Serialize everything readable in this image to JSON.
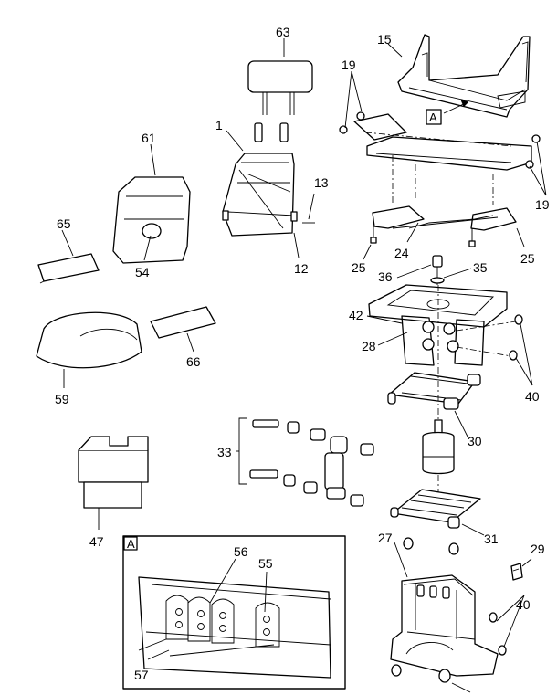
{
  "callouts": {
    "c1": "1",
    "c12": "12",
    "c13": "13",
    "c15": "15",
    "c19a": "19",
    "c19b": "19",
    "c24": "24",
    "c25a": "25",
    "c25b": "25",
    "c27": "27",
    "c28": "28",
    "c29": "29",
    "c30": "30",
    "c31": "31",
    "c33": "33",
    "c35": "35",
    "c36": "36",
    "c40a": "40",
    "c40b": "40",
    "c42": "42",
    "c47": "47",
    "c54": "54",
    "c55": "55",
    "c56": "56",
    "c57": "57",
    "c59": "59",
    "c61": "61",
    "c63": "63",
    "c65": "65",
    "c66": "66"
  },
  "view_refs": {
    "ref_a_arrow": "A",
    "ref_a_detail": "A"
  }
}
